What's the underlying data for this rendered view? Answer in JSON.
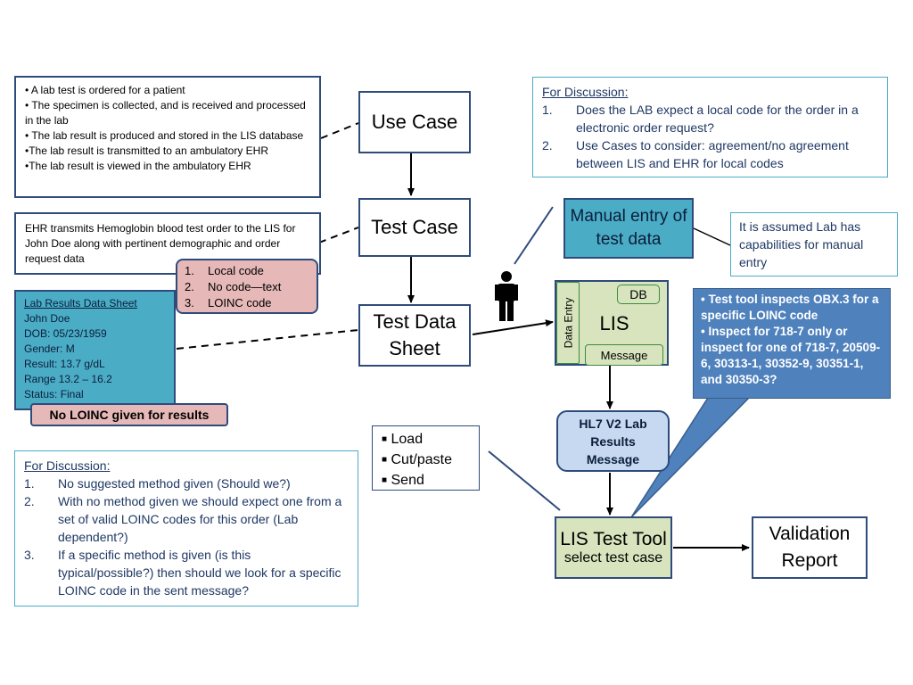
{
  "use_case_note": {
    "items": [
      "• A lab test is ordered for a patient",
      "• The specimen is collected, and is received and processed in the lab",
      "• The lab result  is produced and stored in the LIS database",
      "•The lab result is transmitted to an ambulatory EHR",
      "•The lab result is viewed in the ambulatory  EHR"
    ]
  },
  "test_case_note": {
    "text": "EHR transmits Hemoglobin blood test order to the LIS for John Doe along with pertinent demographic and order request data"
  },
  "code_options": {
    "items": [
      {
        "n": "1.",
        "text": "Local code"
      },
      {
        "n": "2.",
        "text": "No code—text"
      },
      {
        "n": "3.",
        "text": "LOINC code"
      }
    ]
  },
  "data_sheet_note": {
    "title": "Lab Results Data Sheet",
    "lines": [
      "John Doe",
      "DOB: 05/23/1959",
      "Gender: M",
      "Result: 13.7 g/dL",
      "Range 13.2 – 16.2",
      "Status: Final"
    ]
  },
  "no_loinc_label": "No LOINC given for results",
  "discussion_left": {
    "title": "For Discussion:",
    "items": [
      {
        "n": "1.",
        "text": "No suggested method given (Should we?)"
      },
      {
        "n": "2.",
        "text": "With no method given we should expect one from a set of valid LOINC codes for this order (Lab dependent?)"
      },
      {
        "n": "3.",
        "text": "If a specific method is given (is this typical/possible?) then should we look for a specific LOINC code in the sent message?"
      }
    ]
  },
  "discussion_right": {
    "title": "For Discussion:",
    "items": [
      {
        "n": "1.",
        "text": "Does the LAB expect a local code for the order in a electronic order request?"
      },
      {
        "n": "2.",
        "text": "Use Cases to consider: agreement/no agreement between LIS and EHR for local codes"
      }
    ]
  },
  "nodes": {
    "use_case": "Use Case",
    "test_case": "Test Case",
    "test_data_sheet": "Test Data Sheet",
    "manual_entry": "Manual entry of test data",
    "lis": "LIS",
    "db": "DB",
    "message": "Message",
    "data_entry": "Data Entry",
    "hl7": "HL7 V2 Lab Results Message",
    "lis_tool_title": "LIS Test Tool",
    "lis_tool_sub": "select test case",
    "validation_report": "Validation Report"
  },
  "manual_note": "It is assumed Lab has capabilities for manual entry",
  "inspect_callout": {
    "items": [
      "• Test tool  inspects OBX.3 for a specific LOINC code",
      "• Inspect for 718-7 only or inspect for one of  718-7, 20509-6, 30313-1, 30352-9, 30351-1, and 30350-3?"
    ]
  },
  "actions_box": {
    "items": [
      "Load",
      "Cut/paste",
      "Send"
    ]
  },
  "icons": {
    "person": "person-icon"
  },
  "colors": {
    "border": "#2f4b7c",
    "teal": "#4bacc6",
    "pink": "#e6b9b8",
    "lis_green": "#d7e4bd",
    "hl7_blue": "#c6d9f1",
    "callout_blue": "#4f81bd",
    "discussion_text": "#1f3864"
  }
}
